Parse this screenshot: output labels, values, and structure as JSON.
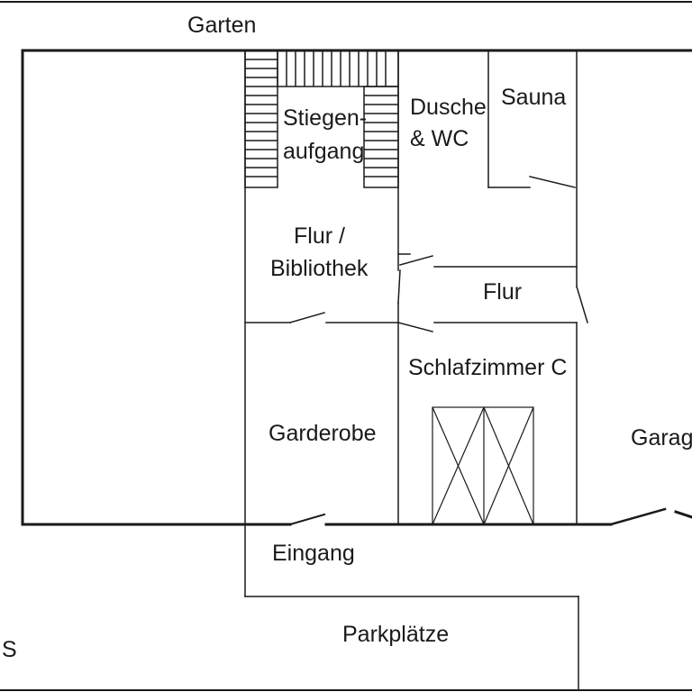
{
  "floorplan": {
    "labels": {
      "garden": "Garten",
      "stair_1": "Stiegen-",
      "stair_2": "aufgang",
      "shower_1": "Dusche",
      "shower_2": "& WC",
      "sauna": "Sauna",
      "hall_library_1": "Flur /",
      "hall_library_2": "Bibliothek",
      "hall": "Flur",
      "bedroom": "Schlafzimmer C",
      "wardrobe": "Garderobe",
      "garage": "Garag",
      "entrance": "Eingang",
      "parking": "Parkplätze",
      "edge_left": "S"
    },
    "line_color": "#1a1a1a"
  }
}
